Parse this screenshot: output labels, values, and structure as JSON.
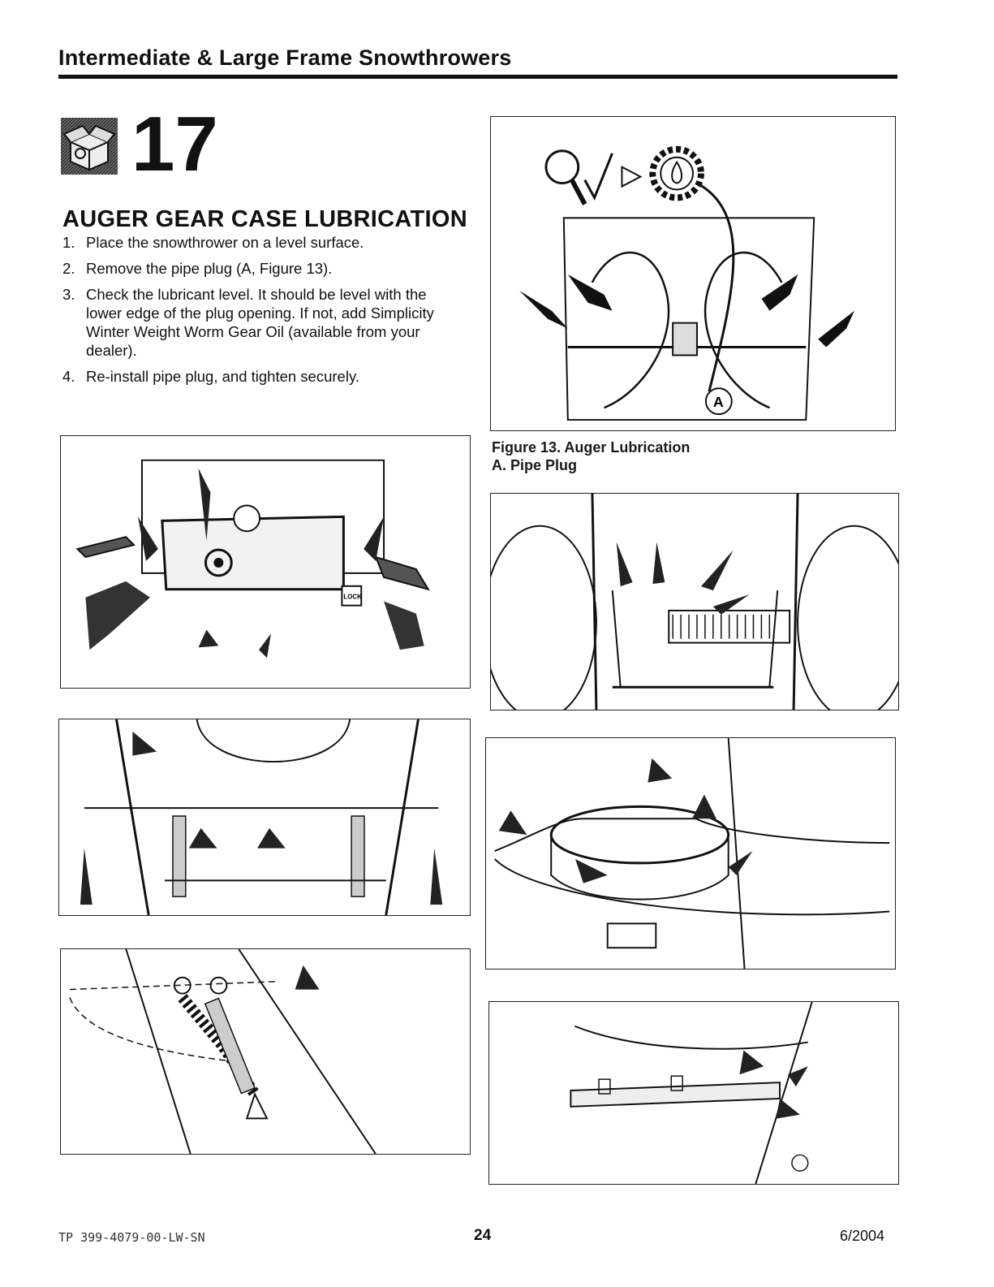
{
  "header": {
    "title": "Intermediate & Large Frame Snowthrowers"
  },
  "step": {
    "number": "17",
    "icon": "maintenance-box-icon"
  },
  "section": {
    "title": "AUGER GEAR CASE LUBRICATION",
    "steps": [
      {
        "num": "1.",
        "text": "Place the snowthrower on a level surface."
      },
      {
        "num": "2.",
        "text": "Remove the pipe plug (A, Figure 13)."
      },
      {
        "num": "3.",
        "text": "Check the lubricant level. It should be level with the lower edge of the plug opening. If not, add Simplicity Winter Weight Worm Gear Oil (available from your dealer)."
      },
      {
        "num": "4.",
        "text": "Re-install pipe plug, and tighten securely."
      }
    ]
  },
  "figures": {
    "auger": {
      "callout": "A",
      "icons": [
        "magnifier-icon",
        "check-icon",
        "oil-gear-icon"
      ]
    },
    "control_panel": {
      "lock_label": "LOCK"
    },
    "chassis": {},
    "frame_springs": {},
    "chute_ring": {},
    "cable_bracket": {},
    "scraper_bar": {}
  },
  "caption": {
    "title": "Figure 13. Auger Lubrication",
    "item": "A.  Pipe Plug"
  },
  "footer": {
    "doc_code": "TP 399-4079-00-LW-SN",
    "page": "24",
    "date": "6/2004"
  }
}
